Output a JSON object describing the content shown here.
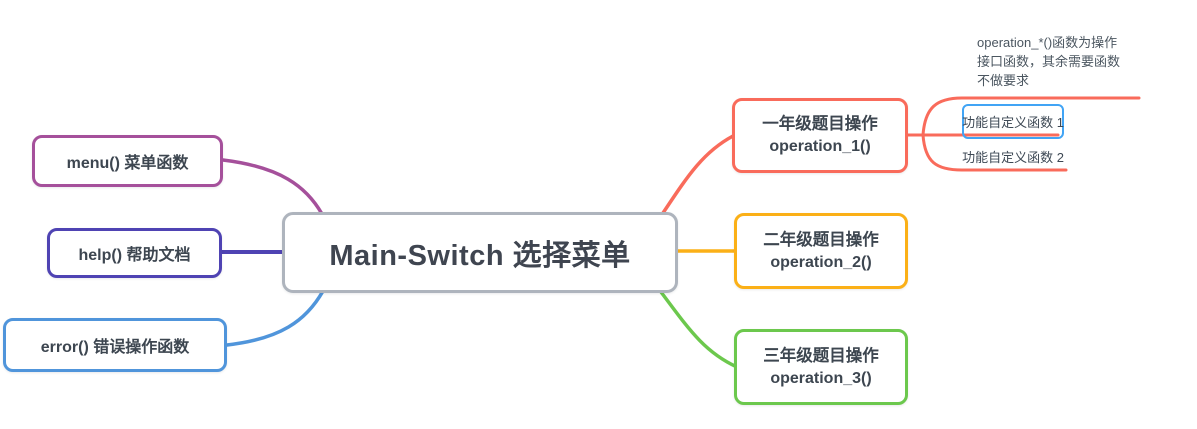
{
  "diagram": {
    "type": "mindmap",
    "background": "#ffffff"
  },
  "root": {
    "label": "Main-Switch 选择菜单",
    "border_color": "#aeb4bd",
    "text_color": "#3f4550"
  },
  "left_nodes": [
    {
      "id": "menu",
      "label": "menu() 菜单函数",
      "color": "#a5509b"
    },
    {
      "id": "help",
      "label": "help() 帮助文档",
      "color": "#4f43b3"
    },
    {
      "id": "error",
      "label": "error() 错误操作函数",
      "color": "#5095db"
    }
  ],
  "right_nodes": [
    {
      "id": "op1",
      "title": "一年级题目操作",
      "subtitle": "operation_1()",
      "color": "#f96b5b"
    },
    {
      "id": "op2",
      "title": "二年级题目操作",
      "subtitle": "operation_2()",
      "color": "#fbb017"
    },
    {
      "id": "op3",
      "title": "三年级题目操作",
      "subtitle": "operation_3()",
      "color": "#6cc84d"
    }
  ],
  "sub_topics": {
    "parent": "op1",
    "branch_color": "#f96b5b",
    "note": {
      "lines": [
        "operation_*()函数为操作",
        "接口函数，其余需要函数",
        "不做要求"
      ],
      "text_color": "#4b5660"
    },
    "items": [
      {
        "label": "功能自定义函数 1",
        "selected": true,
        "selection_color": "#41a4f5"
      },
      {
        "label": "功能自定义函数 2",
        "selected": false
      }
    ]
  }
}
